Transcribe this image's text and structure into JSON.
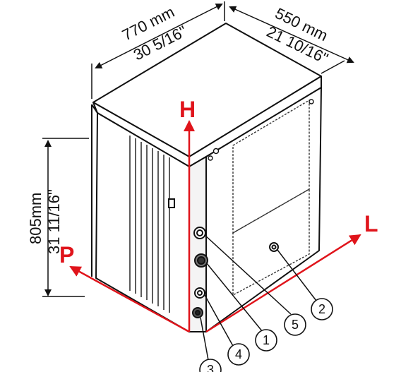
{
  "dimensions": {
    "width": {
      "metric": "770 mm",
      "imperial": "30 5/16\""
    },
    "depth": {
      "metric": "550 mm",
      "imperial": "21 10/16\""
    },
    "height": {
      "metric": "805mm",
      "imperial": "31 11/16\""
    }
  },
  "axes": {
    "height": "H",
    "left": "L",
    "front": "P"
  },
  "callouts": [
    "1",
    "2",
    "3",
    "4",
    "5"
  ],
  "colors": {
    "axis": "#e0141b",
    "line": "#111111",
    "cabinet": "#ffffff"
  }
}
